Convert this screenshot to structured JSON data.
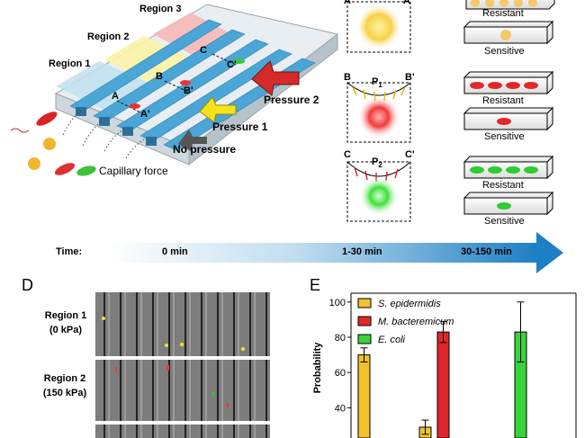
{
  "panel_a": {
    "regions": [
      "Region 1",
      "Region 2",
      "Region 3"
    ],
    "points": [
      "A",
      "A'",
      "B",
      "B'",
      "C",
      "C'"
    ],
    "arrows": [
      "No pressure",
      "Pressure 1",
      "Pressure 2"
    ],
    "capillary": "Capillary force",
    "colors": {
      "region1": "#bfe0ef",
      "region2": "#fbf3a6",
      "region3": "#f7b8b8",
      "channel": "#4aa6d6",
      "red_arrow": "#d42a2a",
      "yellow_arrow": "#f5e21c"
    }
  },
  "panel_b": {
    "corner_a": "A",
    "corner_a2": "A'",
    "corner_b": "B",
    "corner_b2": "B'",
    "corner_c": "C",
    "corner_c2": "C'",
    "p1_base": "P",
    "p1_sub": "1",
    "p2_base": "P",
    "p2_sub": "2"
  },
  "panel_c": {
    "tubes": [
      "Resistant",
      "Sensitive",
      "Resistant",
      "Sensitive",
      "Resistant",
      "Sensitive"
    ]
  },
  "timeline": {
    "label": "Time:",
    "ticks": [
      "0 min",
      "1-30 min",
      "30-150 min"
    ]
  },
  "panel_d": {
    "letter": "D",
    "rows": [
      {
        "name": "Region 1",
        "pressure": "(0 kPa)"
      },
      {
        "name": "Region 2",
        "pressure": "(150 kPa)"
      }
    ]
  },
  "panel_e": {
    "letter": "E",
    "chart_data": {
      "type": "bar",
      "ylabel": "Probability",
      "ylim": [
        30,
        105
      ],
      "yticks": [
        40,
        60,
        80,
        100
      ],
      "series": [
        {
          "name": "S. epidermidis",
          "color": "#f2c12e",
          "values": [
            70,
            29
          ],
          "errors": [
            4,
            4
          ]
        },
        {
          "name": "M. bacteremicum",
          "color": "#e0262a",
          "values": [
            83
          ],
          "errors": [
            6
          ]
        },
        {
          "name": "E. coli",
          "color": "#39d43c",
          "values": [
            83
          ],
          "errors": [
            17
          ]
        }
      ]
    }
  }
}
